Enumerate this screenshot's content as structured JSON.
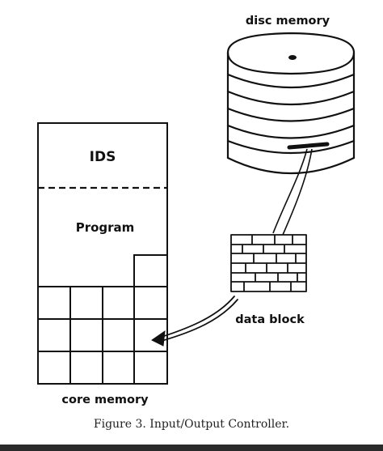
{
  "labels": {
    "disc_memory": "disc memory",
    "ids": "IDS",
    "program": "Program",
    "data_block": "data block",
    "core_memory": "core memory"
  },
  "caption": "Figure 3.  Input/Output Controller."
}
